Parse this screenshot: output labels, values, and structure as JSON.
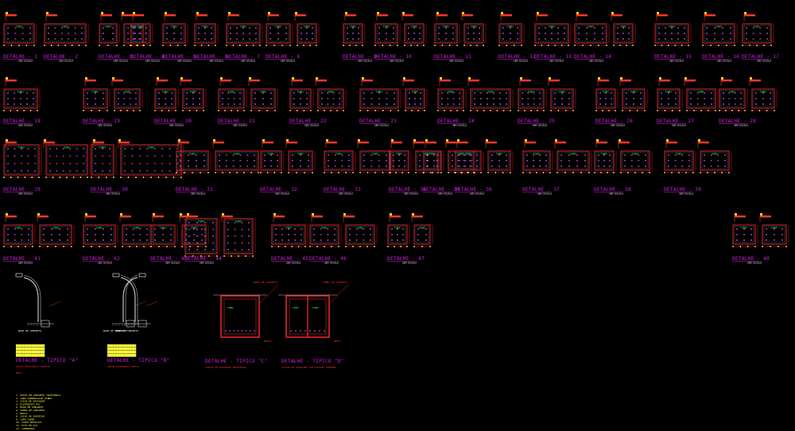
{
  "colors": {
    "background": "#000000",
    "frame": "#ff2a2a",
    "frame_inner": "#30c8ff",
    "label": "#d020e0",
    "box_text": "#30ff60",
    "note_text": "#ffff40",
    "tag": "#ff3a2a",
    "tag_flag": "#ffd000"
  },
  "scale_text": "SEM ESCALA",
  "box_label_a": "FIBRA",
  "box_label_b": "COBRE",
  "details": [
    {
      "label": "DETALHE - 1",
      "row": 0
    },
    {
      "label": "DETALHE - 2",
      "row": 0
    },
    {
      "label": "DETALHE - 3",
      "row": 0
    },
    {
      "label": "DETALHE - 4",
      "row": 0
    },
    {
      "label": "DETALHE - 5",
      "row": 0
    },
    {
      "label": "DETALHE - 6",
      "row": 0
    },
    {
      "label": "DETALHE - 7",
      "row": 0
    },
    {
      "label": "DETALHE - 8",
      "row": 0
    },
    {
      "label": "DETALHE - 9",
      "row": 0
    },
    {
      "label": "DETALHE - 10",
      "row": 0
    },
    {
      "label": "DETALHE - 11",
      "row": 0
    },
    {
      "label": "DETALHE - 12",
      "row": 0
    },
    {
      "label": "DETALHE - 13",
      "row": 0
    },
    {
      "label": "DETALHE - 14",
      "row": 0
    },
    {
      "label": "DETALHE - 15",
      "row": 0
    },
    {
      "label": "DETALHE - 16",
      "row": 0
    },
    {
      "label": "DETALHE - 17",
      "row": 0
    },
    {
      "label": "DETALHE - 18",
      "row": 1
    },
    {
      "label": "DETALHE - 19",
      "row": 1
    },
    {
      "label": "DETALHE - 20",
      "row": 1
    },
    {
      "label": "DETALHE - 21",
      "row": 1
    },
    {
      "label": "DETALHE - 22",
      "row": 1
    },
    {
      "label": "DETALHE - 23",
      "row": 1
    },
    {
      "label": "DETALHE - 24",
      "row": 1
    },
    {
      "label": "DETALHE - 25",
      "row": 1
    },
    {
      "label": "DETALHE - 26",
      "row": 1
    },
    {
      "label": "DETALHE - 27",
      "row": 1
    },
    {
      "label": "DETALHE - 28",
      "row": 1
    },
    {
      "label": "DETALHE - 29",
      "row": 2
    },
    {
      "label": "DETALHE - 30",
      "row": 2
    },
    {
      "label": "DETALHE - 31",
      "row": 2
    },
    {
      "label": "DETALHE - 32",
      "row": 2
    },
    {
      "label": "DETALHE - 33",
      "row": 2
    },
    {
      "label": "DETALHE - 34",
      "row": 2
    },
    {
      "label": "DETALHE - 35",
      "row": 2
    },
    {
      "label": "DETALHE - 36",
      "row": 2
    },
    {
      "label": "DETALHE - 37",
      "row": 2
    },
    {
      "label": "DETALHE - 38",
      "row": 2
    },
    {
      "label": "DETALHE - 39",
      "row": 2
    },
    {
      "label": "DETALHE - 40",
      "row": 3
    },
    {
      "label": "DETALHE - 41",
      "row": 3
    },
    {
      "label": "DETALHE - 42",
      "row": 3
    },
    {
      "label": "DETALHE - 43",
      "row": 3
    },
    {
      "label": "DETALHE - 44",
      "row": 3
    },
    {
      "label": "DETALHE - 45",
      "row": 3
    },
    {
      "label": "DETALHE - 46",
      "row": 3
    },
    {
      "label": "DETALHE - 47",
      "row": 3
    }
  ],
  "typicals": {
    "a": {
      "title": "DETALHE - TIPICO \"A\"",
      "subtitle": "POSTE TELEFONICO SIMPLES"
    },
    "b": {
      "title": "DETALHE - TIPICO \"B\"",
      "subtitle": "POSTE TELEFONICO DUPLO"
    },
    "c": {
      "title": "DETALHE - TIPICO \"C\"",
      "subtitle": "CAIXAS DE PASSAGEM INDIVIDUAL"
    },
    "d": {
      "title": "DETALHE - TIPICO \"D\"",
      "subtitle": "CAIXAS DE PASSAGEM COM DIVISAO INTERNA"
    }
  },
  "notes": {
    "heading": "NOTA:",
    "items": [
      "POSTE EM CONCRETO TELEFONICO",
      "CABO COMUNICACAO FIBRA",
      "CAIXA DE PASSAGEM",
      "ELETRODUTO PVC",
      "BASE EM CONCRETO",
      "TAMPA DE CONCRETO",
      "BRITA",
      "CAIXA DE INSPECAO",
      "CABO COBRE",
      "CINTA METALICA",
      "FITA DE ACO",
      "LUMINARIA"
    ]
  },
  "tag_text": "TAMPA DE CONCRETO",
  "base_text": "BASE DE CONCRETO",
  "brita_text": "BRITA"
}
